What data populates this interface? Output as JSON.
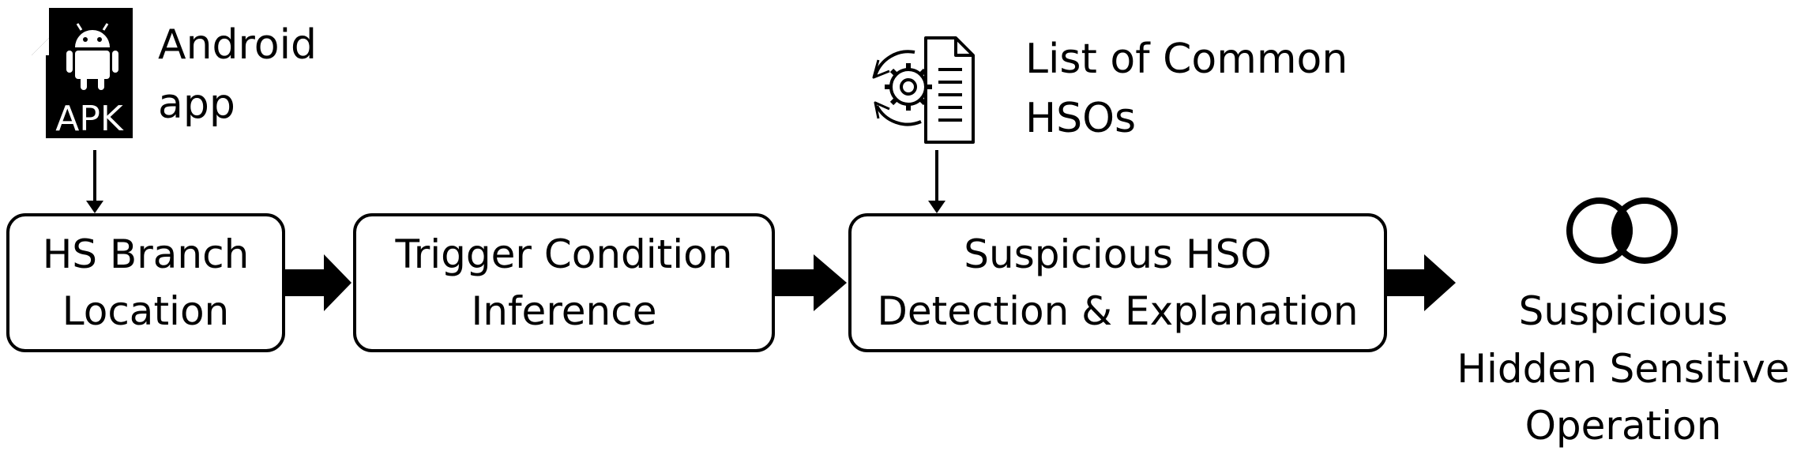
{
  "apk_icon": {
    "text": "APK",
    "icon": "android-apk-icon"
  },
  "input_label": "Android\napp",
  "hso_doc_icon": "gear-document-icon",
  "hso_list_label": "List of Common\nHSOs",
  "stages": [
    {
      "id": "hs-branch-location",
      "label": "HS Branch\nLocation"
    },
    {
      "id": "trigger-condition-inference",
      "label": "Trigger Condition\nInference"
    },
    {
      "id": "suspicious-hso-detection",
      "label": "Suspicious HSO\nDetection & Explanation"
    }
  ],
  "output": {
    "icon": "intersecting-circles-icon",
    "label": "Suspicious\nHidden Sensitive\nOperation"
  },
  "colors": {
    "stroke": "#000000",
    "background": "#ffffff"
  }
}
